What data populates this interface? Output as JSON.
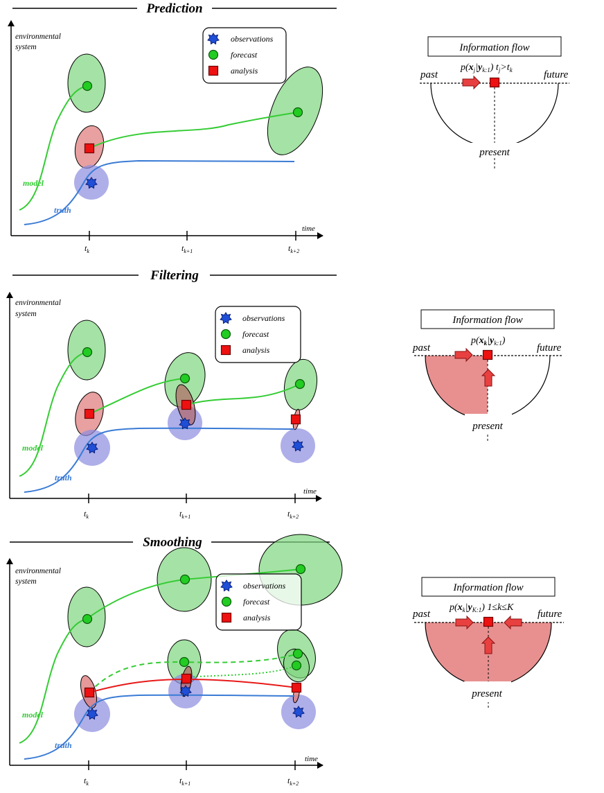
{
  "panels": [
    {
      "title": "Prediction",
      "y_label_line1": "environmental",
      "y_label_line2": "system",
      "x_label": "time",
      "ticks": [
        {
          "main": "t",
          "sub": "k"
        },
        {
          "main": "t",
          "sub": "k+1"
        },
        {
          "main": "t",
          "sub": "k+2"
        }
      ],
      "legend": [
        "observations",
        "forecast",
        "analysis"
      ],
      "model_label": "model",
      "truth_label": "truth",
      "info_title": "Information flow",
      "past": "past",
      "future": "future",
      "present": "present",
      "formula": {
        "p": "p(",
        "x": "x",
        "xsub": "j",
        "bar": "|",
        "y": "y",
        "ysub": "k:1",
        "tail": ") t",
        "tsub1": "j",
        "gt": ">t",
        "tsub2": "k"
      }
    },
    {
      "title": "Filtering",
      "y_label_line1": "environmental",
      "y_label_line2": "system",
      "x_label": "time",
      "ticks": [
        {
          "main": "t",
          "sub": "k"
        },
        {
          "main": "t",
          "sub": "k+1"
        },
        {
          "main": "t",
          "sub": "k+2"
        }
      ],
      "legend": [
        "observations",
        "forecast",
        "analysis"
      ],
      "model_label": "model",
      "truth_label": "truth",
      "info_title": "Information flow",
      "past": "past",
      "future": "future",
      "present": "present",
      "formula": {
        "p": "p(",
        "x": "x",
        "xsub": "k",
        "bar": "|",
        "y": "y",
        "ysub": "k:1",
        "tail": ")"
      }
    },
    {
      "title": "Smoothing",
      "y_label_line1": "environmental",
      "y_label_line2": "system",
      "x_label": "time",
      "ticks": [
        {
          "main": "t",
          "sub": "k"
        },
        {
          "main": "t",
          "sub": "k+1"
        },
        {
          "main": "t",
          "sub": "k+2"
        }
      ],
      "legend": [
        "observations",
        "forecast",
        "analysis"
      ],
      "model_label": "model",
      "truth_label": "truth",
      "info_title": "Information flow",
      "past": "past",
      "future": "future",
      "present": "present",
      "formula": {
        "p": "p(",
        "x": "x",
        "xsub": "k",
        "bar": "|",
        "y": "y",
        "ysub": "K:1",
        "tail": ") 1≤k≤K"
      }
    }
  ],
  "colors": {
    "model": "#33cc33",
    "truth": "#3a7bd5",
    "analysis": "#e81818",
    "forecast_fill": "#7fd67f",
    "obs_fill": "#8c8ce0",
    "analysis_fill": "#e08080",
    "info_fill": "#e89090"
  }
}
